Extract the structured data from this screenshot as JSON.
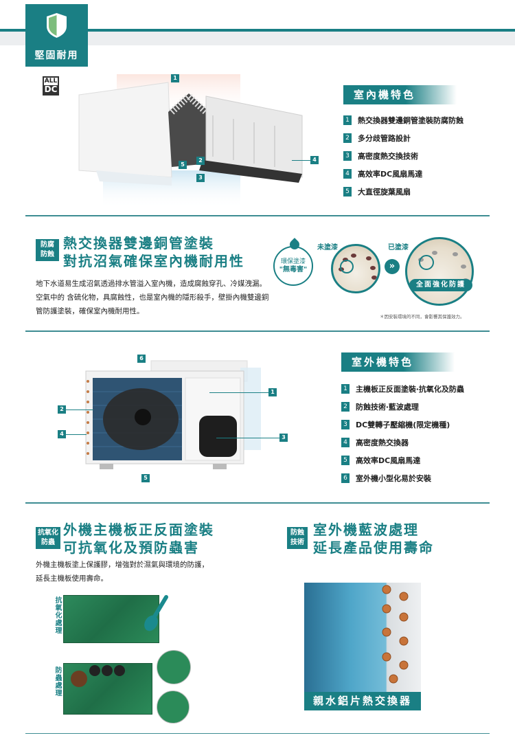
{
  "header": {
    "category_label": "堅固耐用",
    "shield_icon": "shield-icon",
    "logo_top": "ALL",
    "logo_bottom": "DC"
  },
  "indoor": {
    "title": "室內機特色",
    "callouts": [
      "1",
      "2",
      "3",
      "4",
      "5"
    ],
    "features": [
      {
        "num": "1",
        "label": "熱交換器雙邊銅管塗裝防腐防蝕"
      },
      {
        "num": "2",
        "label": "多分歧管路設計"
      },
      {
        "num": "3",
        "label": "高密度熱交換技術"
      },
      {
        "num": "4",
        "label": "高效率DC風扇馬達"
      },
      {
        "num": "5",
        "label": "大直徑旋葉風扇"
      }
    ]
  },
  "coating": {
    "badge_line1": "防腐",
    "badge_line2": "防蝕",
    "headline_line1": "熱交換器雙邊銅管塗裝",
    "headline_line2": "對抗沼氣確保室內機耐用性",
    "body": "地下水道易生成沼氣透過排水管溢入室內機，造成腐蝕穿孔、冷媒洩漏。空氣中的 含硫化物，具腐蝕性，也是室內機的隱形殺手，壁掛內機雙邊銅管防護塗裝，確保室內機耐用性。",
    "eco_line1": "環保塗漆",
    "eco_line2": "\"無毒害\"",
    "before_label": "未塗漆",
    "after_label": "已塗漆",
    "arrow_icon": "»",
    "pill_label": "全面強化防護",
    "note": "＊因安裝環境的不同，會影響其保護效力。"
  },
  "outdoor": {
    "title": "室外機特色",
    "callouts": [
      "1",
      "2",
      "3",
      "4",
      "5",
      "6"
    ],
    "features": [
      {
        "num": "1",
        "label": "主機板正反面塗裝‧抗氧化及防蟲"
      },
      {
        "num": "2",
        "label": "防蝕技術‧藍波處理"
      },
      {
        "num": "3",
        "label": "DC雙轉子壓縮機(限定機種)"
      },
      {
        "num": "4",
        "label": "高密度熱交換器"
      },
      {
        "num": "5",
        "label": "高效率DC風扇馬達"
      },
      {
        "num": "6",
        "label": "室外機小型化易於安裝"
      }
    ]
  },
  "board": {
    "badge_line1": "抗氧化",
    "badge_line2": "防蟲",
    "headline_line1": "外機主機板正反面塗裝",
    "headline_line2": "可抗氧化及預防蟲害",
    "body": "外機主機板塗上保護膠，增強對於濕氣與環境的防護，延長主機板使用壽命。",
    "label_antioxidation": "抗氧化處理",
    "label_pestproof": "防蟲處理"
  },
  "bluefin": {
    "badge_line1": "防蝕",
    "badge_line2": "技術",
    "headline_line1": "室外機藍波處理",
    "headline_line2": "延長產品使用壽命",
    "caption": "親水鋁片熱交換器"
  },
  "colors": {
    "brand_teal": "#1a7f84",
    "band_gray": "#eceef0"
  }
}
